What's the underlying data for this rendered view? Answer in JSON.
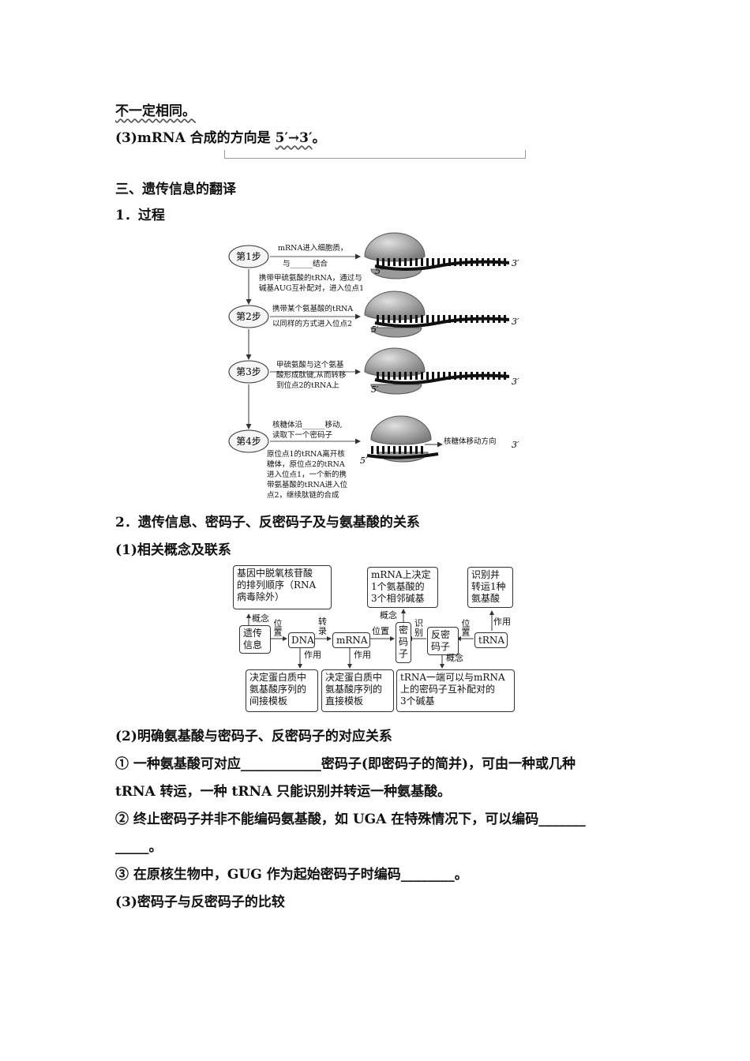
{
  "text": {
    "line1": "不一定相同。",
    "line2a": "(3)mRNA 合成的方向是 ",
    "line2b": "5′→3′",
    "line2c": "。",
    "section3": "三、遗传信息的翻译",
    "sub1": "1．过程",
    "sub2": "2．遗传信息、密码子、反密码子及与氨基酸的关系",
    "item1": "(1)相关概念及联系",
    "item2": "(2)明确氨基酸与密码子、反密码子的对应关系",
    "p1a": "① 一种氨基酸可对应",
    "p1blank": "____________",
    "p1b": "密码子(即密码子的简并)，可由一种或几种",
    "p1c": "tRNA 转运，一种 tRNA 只能识别并转运一种氨基酸。",
    "p2a": "② 终止密码子并非不能编码氨基酸，如 UGA 在特殊情况下，可以编码",
    "p2blank1": "_______",
    "p2blank2": "_____",
    "p2end": "。",
    "p3a": "③ 在原核生物中，GUG 作为起始密码子时编码",
    "p3blank": "________",
    "p3end": "。",
    "item3": "(3)密码子与反密码子的比较"
  },
  "process": {
    "steps": [
      "第1步",
      "第2步",
      "第3步",
      "第4步"
    ],
    "s1": [
      "mRNA进入细胞质，",
      "与______结合"
    ],
    "s1b": [
      "携带甲硫氨酸的tRNA，通过与",
      "碱基AUG互补配对，进入位点1"
    ],
    "s2": [
      "携带某个氨基酸的tRNA",
      "以同样的方式进入位点2"
    ],
    "s3": [
      "甲硫氨酸与这个氨基",
      "酸形成肽键,从而转移",
      "到位点2的tRNA上"
    ],
    "s4": [
      "核糖体沿______移动,",
      "读取下一个密码子"
    ],
    "s4b": [
      "原位点1的tRNA离开核",
      "糖体，原位点2的tRNA",
      "进入位点1，一个新的携",
      "带氨基酸的tRNA进入位",
      "点2，继续肽链的合成"
    ],
    "move": "核糖体移动方向",
    "p3": "3′",
    "p5": "5′"
  },
  "concept": {
    "gene": [
      "基因中脱氧核苷酸",
      "的排列顺序（RNA",
      "病毒除外）"
    ],
    "mrna_top": [
      "mRNA上决定",
      "1个氨基酸的",
      "3个相邻碱基"
    ],
    "trna_top": [
      "识别并",
      "转运1种",
      "氨基酸"
    ],
    "info": [
      "遗传",
      "信息"
    ],
    "dna": "DNA",
    "mrna": "mRNA",
    "codon": [
      "密",
      "码",
      "子"
    ],
    "anticodon": [
      "反密",
      "码子"
    ],
    "trna": "tRNA",
    "b1": [
      "决定蛋白质中",
      "氨基酸序列的",
      "间接模板"
    ],
    "b2": [
      "决定蛋白质中",
      "氨基酸序列的",
      "直接模板"
    ],
    "b3": [
      "tRNA一端可以与mRNA",
      "上的密码子互补配对的",
      "3个碱基"
    ],
    "l_concept": "概念",
    "l_pos": "位置",
    "l_trans": [
      "转",
      "录"
    ],
    "l_use": "作用",
    "l_recog": [
      "识",
      "别"
    ]
  }
}
